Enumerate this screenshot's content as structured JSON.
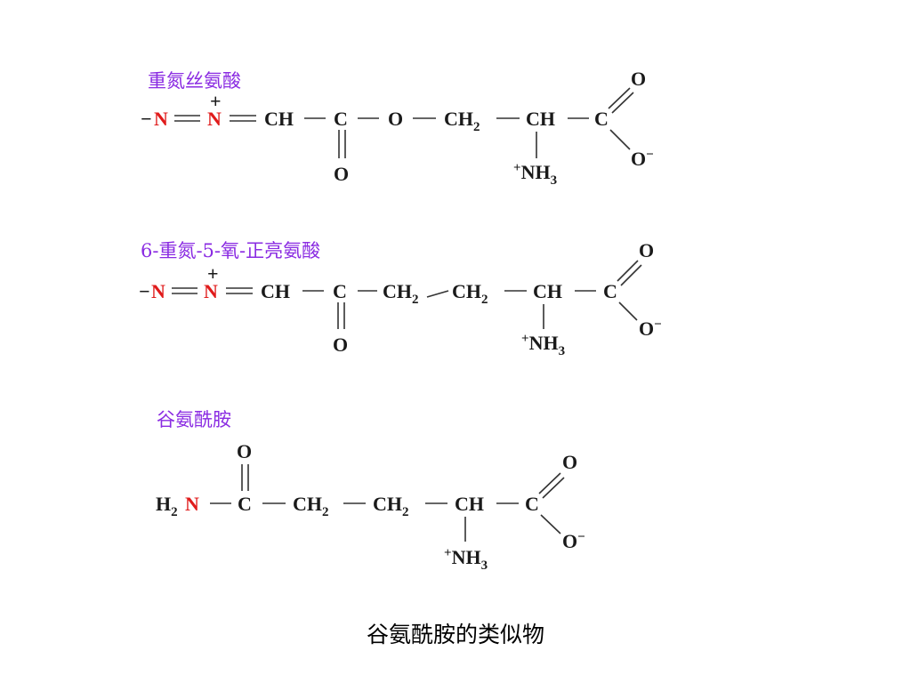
{
  "colors": {
    "title": "#8a2be2",
    "nitrogen": "#e01b1b",
    "atom": "#1a1a1a",
    "bond": "#333333"
  },
  "molecules": [
    {
      "title": "重氮丝氨酸",
      "atoms": {
        "n1_charge": "−",
        "n1": "N",
        "n2_charge": "+",
        "n2": "N",
        "ch1": "CH",
        "c1": "C",
        "o_keto": "O",
        "o_ester": "O",
        "ch2": "CH",
        "ch2_sub": "2",
        "ch": "CH",
        "c_acid": "C",
        "o_acid": "O",
        "o_minus": "O",
        "o_minus_charge": "−",
        "nh3_charge": "+",
        "nh3": "NH",
        "nh3_sub": "3"
      }
    },
    {
      "title": "6-重氮-5-氧-正亮氨酸",
      "atoms": {
        "n1_charge": "−",
        "n1": "N",
        "n2_charge": "+",
        "n2": "N",
        "ch1": "CH",
        "c1": "C",
        "o_keto": "O",
        "ch2a": "CH",
        "ch2a_sub": "2",
        "ch2b": "CH",
        "ch2b_sub": "2",
        "ch": "CH",
        "c_acid": "C",
        "o_acid": "O",
        "o_minus": "O",
        "o_minus_charge": "−",
        "nh3_charge": "+",
        "nh3": "NH",
        "nh3_sub": "3"
      }
    },
    {
      "title": "谷氨酰胺",
      "atoms": {
        "h2": "H",
        "h2_sub": "2",
        "n": "N",
        "c_amide": "C",
        "o_amide": "O",
        "ch2a": "CH",
        "ch2a_sub": "2",
        "ch2b": "CH",
        "ch2b_sub": "2",
        "ch": "CH",
        "c_acid": "C",
        "o_acid": "O",
        "o_minus": "O",
        "o_minus_charge": "−",
        "nh3_charge": "+",
        "nh3": "NH",
        "nh3_sub": "3"
      }
    }
  ],
  "caption": "谷氨酰胺的类似物"
}
